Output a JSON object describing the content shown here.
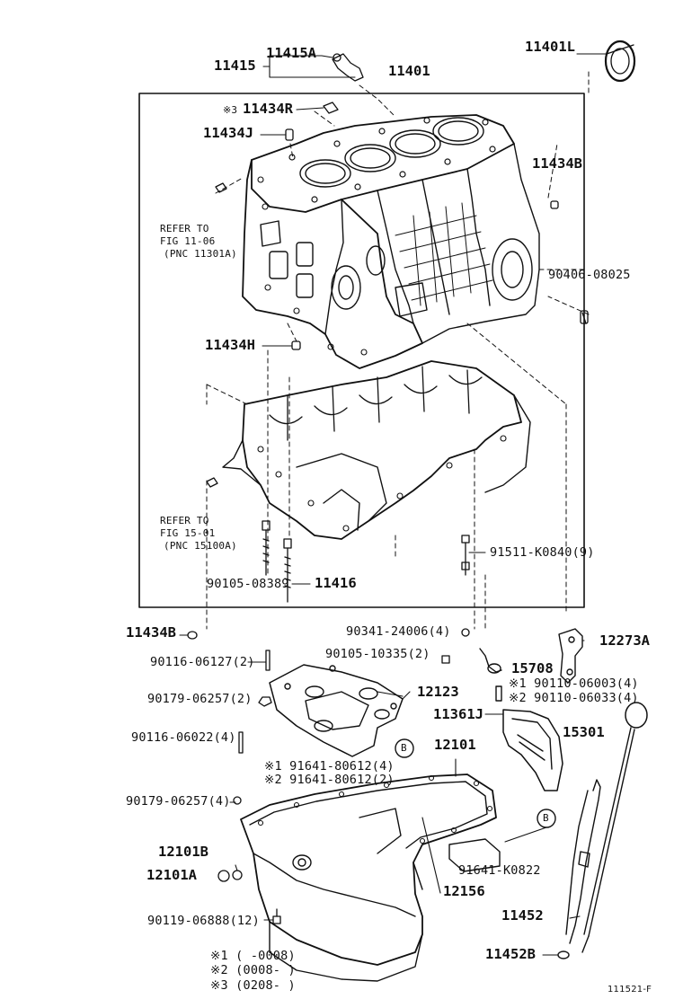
{
  "labels": {
    "p11415": "11415",
    "p11415A": "11415A",
    "p11401": "11401",
    "p11401L": "11401L",
    "p11434R": "11434R",
    "mark3a": "※3",
    "p11434J": "11434J",
    "p11434B_top": "11434B",
    "refer1_a": "REFER TO",
    "refer1_b": "FIG 11-06",
    "refer1_c": "(PNC 11301A)",
    "p90406": "90406-08025",
    "p11434H": "11434H",
    "refer2_a": "REFER TO",
    "refer2_b": "FIG 15-01",
    "refer2_c": "(PNC 15100A)",
    "p91511": "91511-K0840(9)",
    "p90105_08389": "90105-08389",
    "p11416": "11416",
    "p11434B_left": "11434B",
    "p90341": "90341-24006(4)",
    "p12273A": "12273A",
    "p90105_10335": "90105-10335(2)",
    "p90116_06127": "90116-06127(2)",
    "p15708": "15708",
    "p90110_06003": "※1 90110-06003(4)",
    "p90110_06033": "※2 90110-06033(4)",
    "p90179_06257a": "90179-06257(2)",
    "p12123": "12123",
    "p11361J": "11361J",
    "p15301": "15301",
    "p90116_06022": "90116-06022(4)",
    "p12101": "12101",
    "p91641_1": "※1 91641-80612(4)",
    "p91641_2": "※2 91641-80612(2)",
    "p90179_06257b": "90179-06257(4)",
    "p12101B": "12101B",
    "p12101A": "12101A",
    "p91641_k": "91641-K0822",
    "p12156": "12156",
    "p11452": "11452",
    "p90119": "90119-06888(12)",
    "p11452B": "11452B",
    "callout_b": "B",
    "note1": "※1 (      -0008)",
    "note2": "※2 (0008-      )",
    "note3": "※3 (0208-      )",
    "figref": "111521-F"
  }
}
